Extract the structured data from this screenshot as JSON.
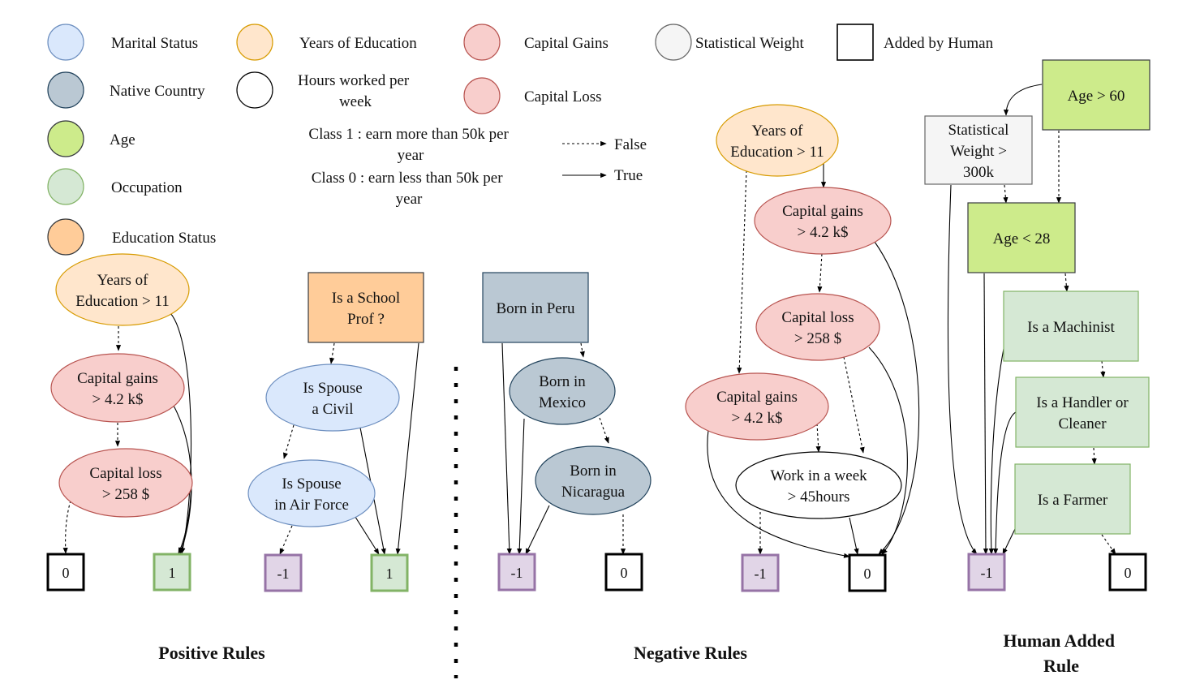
{
  "colors": {
    "marital": {
      "fill": "#dae8fc",
      "stroke": "#6c8ebf"
    },
    "country": {
      "fill": "#bac8d3",
      "stroke": "#23445d"
    },
    "age": {
      "fill": "#cdeb8b",
      "stroke": "#36393d"
    },
    "occupation": {
      "fill": "#d5e8d4",
      "stroke": "#82b366"
    },
    "education_status": {
      "fill": "#ffcc99",
      "stroke": "#36393d"
    },
    "years_education": {
      "fill": "#ffe6cc",
      "stroke": "#d79b00"
    },
    "hours": {
      "fill": "#ffffff",
      "stroke": "#000000"
    },
    "capital": {
      "fill": "#f8cecc",
      "stroke": "#b85450"
    },
    "statweight": {
      "fill": "#f5f5f5",
      "stroke": "#666666"
    },
    "human": {
      "fill": "#ffffff",
      "stroke": "#000000"
    },
    "leaf_pos": {
      "fill": "#d5e8d4",
      "stroke": "#82b366"
    },
    "leaf_neg": {
      "fill": "#e1d5e7",
      "stroke": "#9673a6"
    },
    "leaf_zero": {
      "fill": "#ffffff",
      "stroke": "#000000"
    }
  },
  "legend": {
    "marital": "Marital Status",
    "country": "Native Country",
    "age": "Age",
    "occupation": "Occupation",
    "education_status": "Education Status",
    "years_education": "Years of Education",
    "hours": [
      "Hours worked per",
      "week"
    ],
    "capital_gains": "Capital Gains",
    "capital_loss": "Capital Loss",
    "statweight": "Statistical Weight",
    "human": "Added by Human",
    "class1": [
      "Class 1 : earn more than 50k per",
      "year"
    ],
    "class0": [
      "Class 0 : earn less than 50k per",
      "year"
    ],
    "false_label": "False",
    "true_label": "True"
  },
  "sections": {
    "positive": "Positive Rules",
    "negative": "Negative Rules",
    "human": [
      "Human Added",
      "Rule"
    ]
  },
  "nodes": [
    {
      "id": "p1-yoe",
      "cat": "years_education",
      "text": [
        "Years of",
        "Education > 11"
      ]
    },
    {
      "id": "p1-cg",
      "cat": "capital",
      "text": [
        "Capital gains",
        "> 4.2 k$"
      ]
    },
    {
      "id": "p1-cl",
      "cat": "capital",
      "text": [
        "Capital loss",
        "> 258 $"
      ]
    },
    {
      "id": "p1-leaf0",
      "cat": "leaf_zero",
      "text": [
        "0"
      ]
    },
    {
      "id": "p1-leaf1",
      "cat": "leaf_pos",
      "text": [
        "1"
      ]
    },
    {
      "id": "p2-prof",
      "cat": "education_status",
      "text": [
        "Is a School",
        "Prof ?"
      ]
    },
    {
      "id": "p2-civil",
      "cat": "marital",
      "text": [
        "Is Spouse",
        "a Civil"
      ]
    },
    {
      "id": "p2-af",
      "cat": "marital",
      "text": [
        "Is Spouse",
        "in Air Force"
      ]
    },
    {
      "id": "p2-leafm1",
      "cat": "leaf_neg",
      "text": [
        "-1"
      ]
    },
    {
      "id": "p2-leaf1",
      "cat": "leaf_pos",
      "text": [
        "1"
      ]
    },
    {
      "id": "n1-peru",
      "cat": "country",
      "text": [
        "Born in Peru"
      ]
    },
    {
      "id": "n1-mexico",
      "cat": "country",
      "text": [
        "Born in",
        "Mexico"
      ]
    },
    {
      "id": "n1-nicaragua",
      "cat": "country",
      "text": [
        "Born in",
        "Nicaragua"
      ]
    },
    {
      "id": "n1-leafm1",
      "cat": "leaf_neg",
      "text": [
        "-1"
      ]
    },
    {
      "id": "n1-leaf0",
      "cat": "leaf_zero",
      "text": [
        "0"
      ]
    },
    {
      "id": "n2-yoe",
      "cat": "years_education",
      "text": [
        "Years of",
        "Education > 11"
      ]
    },
    {
      "id": "n2-cg1",
      "cat": "capital",
      "text": [
        "Capital gains",
        "> 4.2 k$"
      ]
    },
    {
      "id": "n2-cl",
      "cat": "capital",
      "text": [
        "Capital loss",
        "> 258 $"
      ]
    },
    {
      "id": "n2-cg2",
      "cat": "capital",
      "text": [
        "Capital gains",
        "> 4.2 k$"
      ]
    },
    {
      "id": "n2-work",
      "cat": "hours",
      "text": [
        "Work in a week",
        "> 45hours"
      ]
    },
    {
      "id": "n2-leafm1",
      "cat": "leaf_neg",
      "text": [
        "-1"
      ]
    },
    {
      "id": "n2-leaf0",
      "cat": "leaf_zero",
      "text": [
        "0"
      ]
    },
    {
      "id": "h-sw",
      "cat": "statweight",
      "text": [
        "Statistical",
        "Weight >",
        "300k"
      ]
    },
    {
      "id": "h-age60",
      "cat": "age",
      "text": [
        "Age > 60"
      ]
    },
    {
      "id": "h-age28",
      "cat": "age",
      "text": [
        "Age < 28"
      ]
    },
    {
      "id": "h-machinist",
      "cat": "occupation",
      "text": [
        "Is a Machinist"
      ]
    },
    {
      "id": "h-handler",
      "cat": "occupation",
      "text": [
        "Is a Handler or",
        "Cleaner"
      ]
    },
    {
      "id": "h-farmer",
      "cat": "occupation",
      "text": [
        "Is a Farmer"
      ]
    },
    {
      "id": "h-leafm1",
      "cat": "leaf_neg",
      "text": [
        "-1"
      ]
    },
    {
      "id": "h-leaf0",
      "cat": "leaf_zero",
      "text": [
        "0"
      ]
    }
  ],
  "edges": [
    {
      "from": "p1-yoe",
      "to": "p1-cg",
      "type": "false"
    },
    {
      "from": "p1-cg",
      "to": "p1-cl",
      "type": "false"
    },
    {
      "from": "p1-cl",
      "to": "p1-leaf0",
      "type": "false"
    },
    {
      "from": "p1-yoe",
      "to": "p1-leaf1",
      "type": "true"
    },
    {
      "from": "p1-cg",
      "to": "p1-leaf1",
      "type": "true"
    },
    {
      "from": "p1-cl",
      "to": "p1-leaf1",
      "type": "true"
    },
    {
      "from": "p2-prof",
      "to": "p2-civil",
      "type": "false"
    },
    {
      "from": "p2-civil",
      "to": "p2-af",
      "type": "false"
    },
    {
      "from": "p2-af",
      "to": "p2-leafm1",
      "type": "false"
    },
    {
      "from": "p2-prof",
      "to": "p2-leaf1",
      "type": "true"
    },
    {
      "from": "p2-civil",
      "to": "p2-leaf1",
      "type": "true"
    },
    {
      "from": "p2-af",
      "to": "p2-leaf1",
      "type": "true"
    },
    {
      "from": "n1-peru",
      "to": "n1-mexico",
      "type": "false"
    },
    {
      "from": "n1-mexico",
      "to": "n1-nicaragua",
      "type": "false"
    },
    {
      "from": "n1-nicaragua",
      "to": "n1-leaf0",
      "type": "false"
    },
    {
      "from": "n1-peru",
      "to": "n1-leafm1",
      "type": "true"
    },
    {
      "from": "n1-mexico",
      "to": "n1-leafm1",
      "type": "true"
    },
    {
      "from": "n1-nicaragua",
      "to": "n1-leafm1",
      "type": "true"
    },
    {
      "from": "n2-yoe",
      "to": "n2-cg1",
      "type": "true"
    },
    {
      "from": "n2-yoe",
      "to": "n2-cg2",
      "type": "false"
    },
    {
      "from": "n2-cg1",
      "to": "n2-cl",
      "type": "false"
    },
    {
      "from": "n2-cl",
      "to": "n2-work",
      "type": "false"
    },
    {
      "from": "n2-cg2",
      "to": "n2-work",
      "type": "false"
    },
    {
      "from": "n2-work",
      "to": "n2-leafm1",
      "type": "false"
    },
    {
      "from": "n2-work",
      "to": "n2-leaf0",
      "type": "true"
    },
    {
      "from": "n2-cg2",
      "to": "n2-leaf0",
      "type": "true"
    },
    {
      "from": "n2-cg1",
      "to": "n2-leaf0",
      "type": "true"
    },
    {
      "from": "n2-cl",
      "to": "n2-leaf0",
      "type": "true"
    },
    {
      "from": "h-age60",
      "to": "h-sw",
      "type": "true"
    },
    {
      "from": "h-age60",
      "to": "h-age28",
      "type": "false"
    },
    {
      "from": "h-sw",
      "to": "h-age28",
      "type": "false"
    },
    {
      "from": "h-age28",
      "to": "h-machinist",
      "type": "false"
    },
    {
      "from": "h-machinist",
      "to": "h-handler",
      "type": "false"
    },
    {
      "from": "h-handler",
      "to": "h-farmer",
      "type": "false"
    },
    {
      "from": "h-farmer",
      "to": "h-leaf0",
      "type": "false"
    },
    {
      "from": "h-sw",
      "to": "h-leafm1",
      "type": "true"
    },
    {
      "from": "h-age28",
      "to": "h-leafm1",
      "type": "true"
    },
    {
      "from": "h-machinist",
      "to": "h-leafm1",
      "type": "true"
    },
    {
      "from": "h-handler",
      "to": "h-leafm1",
      "type": "true"
    },
    {
      "from": "h-farmer",
      "to": "h-leafm1",
      "type": "true"
    }
  ]
}
